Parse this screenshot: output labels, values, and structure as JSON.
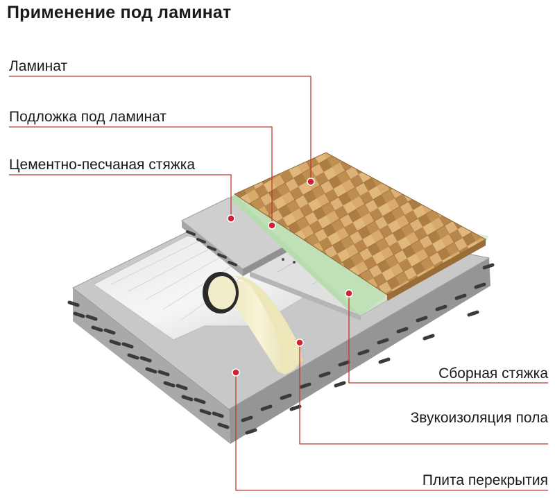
{
  "title": "Применение под ламинат",
  "labels_left": [
    "Ламинат",
    "Подложка под ламинат",
    "Цементно-песчаная стяжка"
  ],
  "labels_right": [
    "Сборная стяжка",
    "Звукоизоляция пола",
    "Плита перекрытия"
  ],
  "colors": {
    "leader_line": "#c0392b",
    "marker": "#d0212f",
    "laminate": "#c99a5a",
    "underlay": "#b9dbb0",
    "concrete": "#bdbdbd",
    "rebar": "#3a3a3a",
    "insulation_roll": "#f3efc8"
  }
}
